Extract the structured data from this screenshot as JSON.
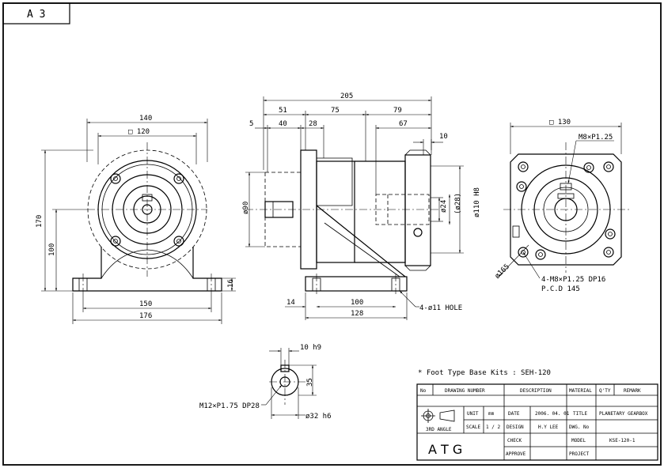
{
  "sheet": {
    "size": "A 3"
  },
  "front_view": {
    "dims": {
      "overall_width": "140",
      "flange_square": "□ 120",
      "height": "170",
      "center_height": "100",
      "base_mount": "150",
      "base_width": "176",
      "base_thick": "16"
    }
  },
  "side_view": {
    "dims": {
      "overall_length": "205",
      "d51": "51",
      "d75": "75",
      "d79": "79",
      "d5": "5",
      "d40": "40",
      "d28": "28",
      "d67": "67",
      "d10": "10",
      "dia90": "ø90",
      "dia24": "ø24",
      "dia28": "(ø28)",
      "dia110": "ø110 H8",
      "d14": "14",
      "d100": "100",
      "d128": "128"
    },
    "hole_note": "4-ø11 HOLE"
  },
  "right_view": {
    "dims": {
      "square": "□ 130",
      "tap": "M8×P1.25",
      "dia165": "ø165"
    },
    "tap_note_1": "4-M8×P1.25 DP16",
    "tap_note_2": "P.C.D 145"
  },
  "shaft_detail": {
    "key": "10 h9",
    "key_height": "35",
    "shaft_dia": "ø32 h6",
    "tap": "M12×P1.75 DP28"
  },
  "note": {
    "text": "* Foot Type Base Kits : SEH-120"
  },
  "title_block": {
    "header": {
      "no": "No",
      "drawing_number": "DRAWING NUMBER",
      "description": "DESCRIPTION",
      "material": "MATERIAL",
      "qty": "Q'TY",
      "remark": "REMARK"
    },
    "projection": "3RD ANGLE",
    "unit_label": "UNIT",
    "unit_value": "mm",
    "scale_label": "SCALE",
    "scale_value": "1 / 2",
    "date_label": "DATE",
    "date_value": "2006. 04. 01",
    "design_label": "DESIGN",
    "design_value": "H.Y LEE",
    "check_label": "CHECK",
    "approve_label": "APPROVE",
    "title_label": "TITLE",
    "title_value": "PLANETARY GEARBOX",
    "dwg_label": "DWG. No",
    "model_label": "MODEL",
    "model_value": "KSE-120-1",
    "project_label": "PROJECT",
    "company": "A T G"
  }
}
